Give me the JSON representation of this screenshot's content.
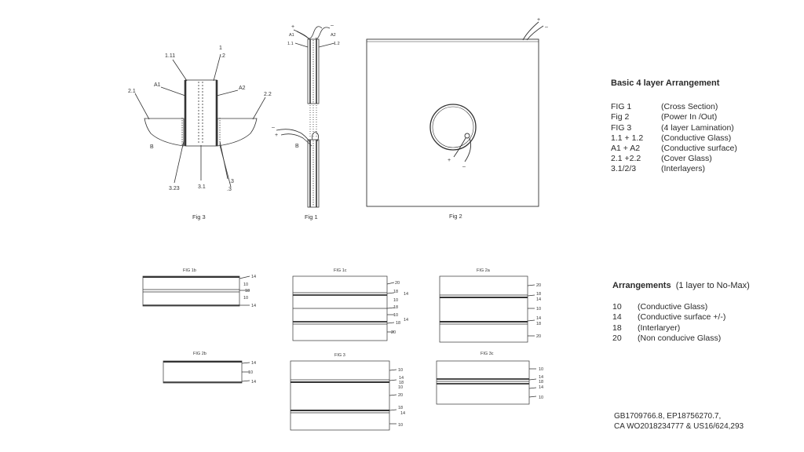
{
  "fig3": {
    "caption": "Fig 3",
    "labels": {
      "l111": "1.11",
      "l1": "1",
      "l2": ".2",
      "a1": "A1",
      "a2": "A2",
      "l21": "2.1",
      "l22": "2.2",
      "b": "B",
      "l323": "3.23",
      "l31": "3.1",
      "l3a": ".3",
      "l3b": ".3"
    }
  },
  "fig1": {
    "caption": "Fig 1",
    "labels": {
      "plus_top": "+",
      "minus_top": "–",
      "a1": "A1",
      "a2": "A2",
      "l11": "1.1",
      "l12": "1.2",
      "minus_mid": "–",
      "plus_mid": "+",
      "b": "B"
    }
  },
  "fig2": {
    "caption": "Fig 2",
    "labels": {
      "plus_top": "+",
      "minus_top": "–",
      "plus_ring": "+",
      "minus_ring": "–"
    }
  },
  "legend_basic": {
    "title": "Basic 4 layer Arrangement",
    "rows": [
      {
        "code": "FIG 1",
        "desc": "(Cross Section)"
      },
      {
        "code": "Fig 2",
        "desc": "(Power In /Out)"
      },
      {
        "code": "FIG 3",
        "desc": "(4 layer Lamination)"
      },
      {
        "code": "1.1 + 1.2",
        "desc": "(Conductive Glass)"
      },
      {
        "code": "A1 + A2",
        "desc": "(Conductive surface)"
      },
      {
        "code": "2.1 +2.2",
        "desc": "(Cover Glass)"
      },
      {
        "code": "3.1/2/3",
        "desc": "(Interlayers)"
      }
    ]
  },
  "legend_arrangements": {
    "title": "Arrangements",
    "subtitle": "(1 layer to No-Max)",
    "rows": [
      {
        "code": "10",
        "desc": "(Conductive Glass)"
      },
      {
        "code": "14",
        "desc": "(Conductive surface +/-)"
      },
      {
        "code": "18",
        "desc": "(Interlaryer)"
      },
      {
        "code": "20",
        "desc": "(Non conducive Glass)"
      }
    ]
  },
  "patents": {
    "line1": "GB1709766.8, EP18756270.7,",
    "line2": "CA WO2018234777 & US16/624,293"
  },
  "small_figs": {
    "f1b": {
      "caption": "FIG 1b",
      "labels": [
        "14",
        "10",
        "18",
        "10",
        "14"
      ]
    },
    "f1c": {
      "caption": "FIG 1c",
      "labels": [
        "20",
        "18",
        "14",
        "10",
        "18",
        "10",
        "14",
        "18",
        "20"
      ]
    },
    "f2a": {
      "caption": "FIG 2a",
      "labels": [
        "20",
        "18",
        "14",
        "10",
        "14",
        "18",
        "20"
      ]
    },
    "f2b": {
      "caption": "FIG 2b",
      "labels": [
        "14",
        "10",
        "14"
      ]
    },
    "f3": {
      "caption": "FIG 3",
      "labels": [
        "10",
        "14",
        "18",
        "10",
        "20",
        "18",
        "14",
        "10"
      ]
    },
    "f3c": {
      "caption": "FIG 3c",
      "labels": [
        "10",
        "14",
        "18",
        "14",
        "10"
      ]
    }
  }
}
